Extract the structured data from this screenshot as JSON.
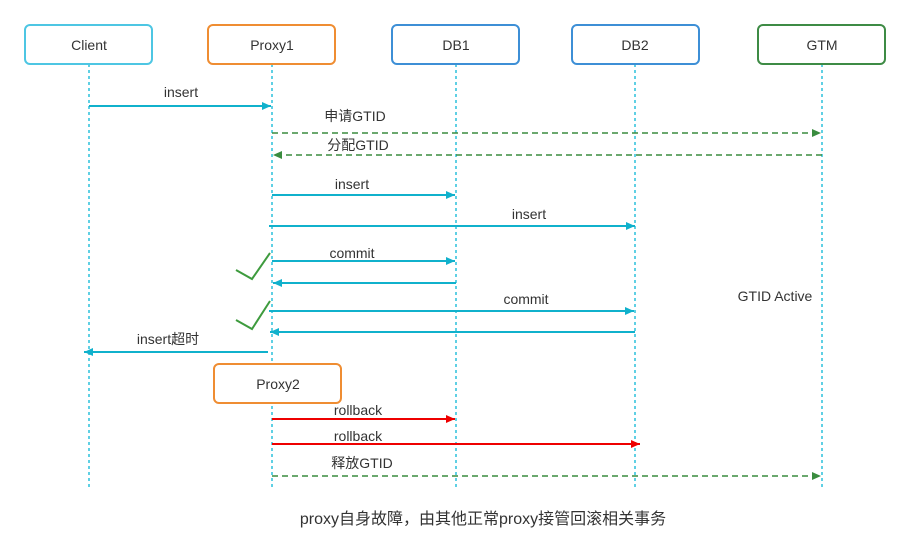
{
  "participants": [
    {
      "id": "client",
      "label": "Client",
      "color": "#4dc6e3"
    },
    {
      "id": "proxy1",
      "label": "Proxy1",
      "color": "#ef8d32"
    },
    {
      "id": "db1",
      "label": "DB1",
      "color": "#3d8fd6"
    },
    {
      "id": "db2",
      "label": "DB2",
      "color": "#3d8fd6"
    },
    {
      "id": "gtm",
      "label": "GTM",
      "color": "#3e8b45"
    }
  ],
  "proxy2": {
    "label": "Proxy2",
    "color": "#ef8d32"
  },
  "messages": [
    {
      "label": "insert",
      "color": "#10b1cc",
      "dashed": false
    },
    {
      "label": "申请GTID",
      "color": "#3a8c3f",
      "dashed": true
    },
    {
      "label": "分配GTID",
      "color": "#3a8c3f",
      "dashed": true
    },
    {
      "label": "insert",
      "color": "#10b1cc",
      "dashed": false
    },
    {
      "label": "insert",
      "color": "#10b1cc",
      "dashed": false
    },
    {
      "label": "commit",
      "color": "#10b1cc",
      "dashed": false
    },
    {
      "label": "",
      "color": "#10b1cc",
      "dashed": false
    },
    {
      "label": "commit",
      "color": "#10b1cc",
      "dashed": false
    },
    {
      "label": "",
      "color": "#10b1cc",
      "dashed": false
    },
    {
      "label": "insert超时",
      "color": "#10b1cc",
      "dashed": false
    },
    {
      "label": "rollback",
      "color": "#ee0000",
      "dashed": false
    },
    {
      "label": "rollback",
      "color": "#ee0000",
      "dashed": false
    },
    {
      "label": "释放GTID",
      "color": "#3a8c3f",
      "dashed": true
    }
  ],
  "gtm_note": "GTID Active",
  "checkmark_color": "#3e9b3e",
  "caption": "proxy自身故障，由其他正常proxy接管回滚相关事务"
}
